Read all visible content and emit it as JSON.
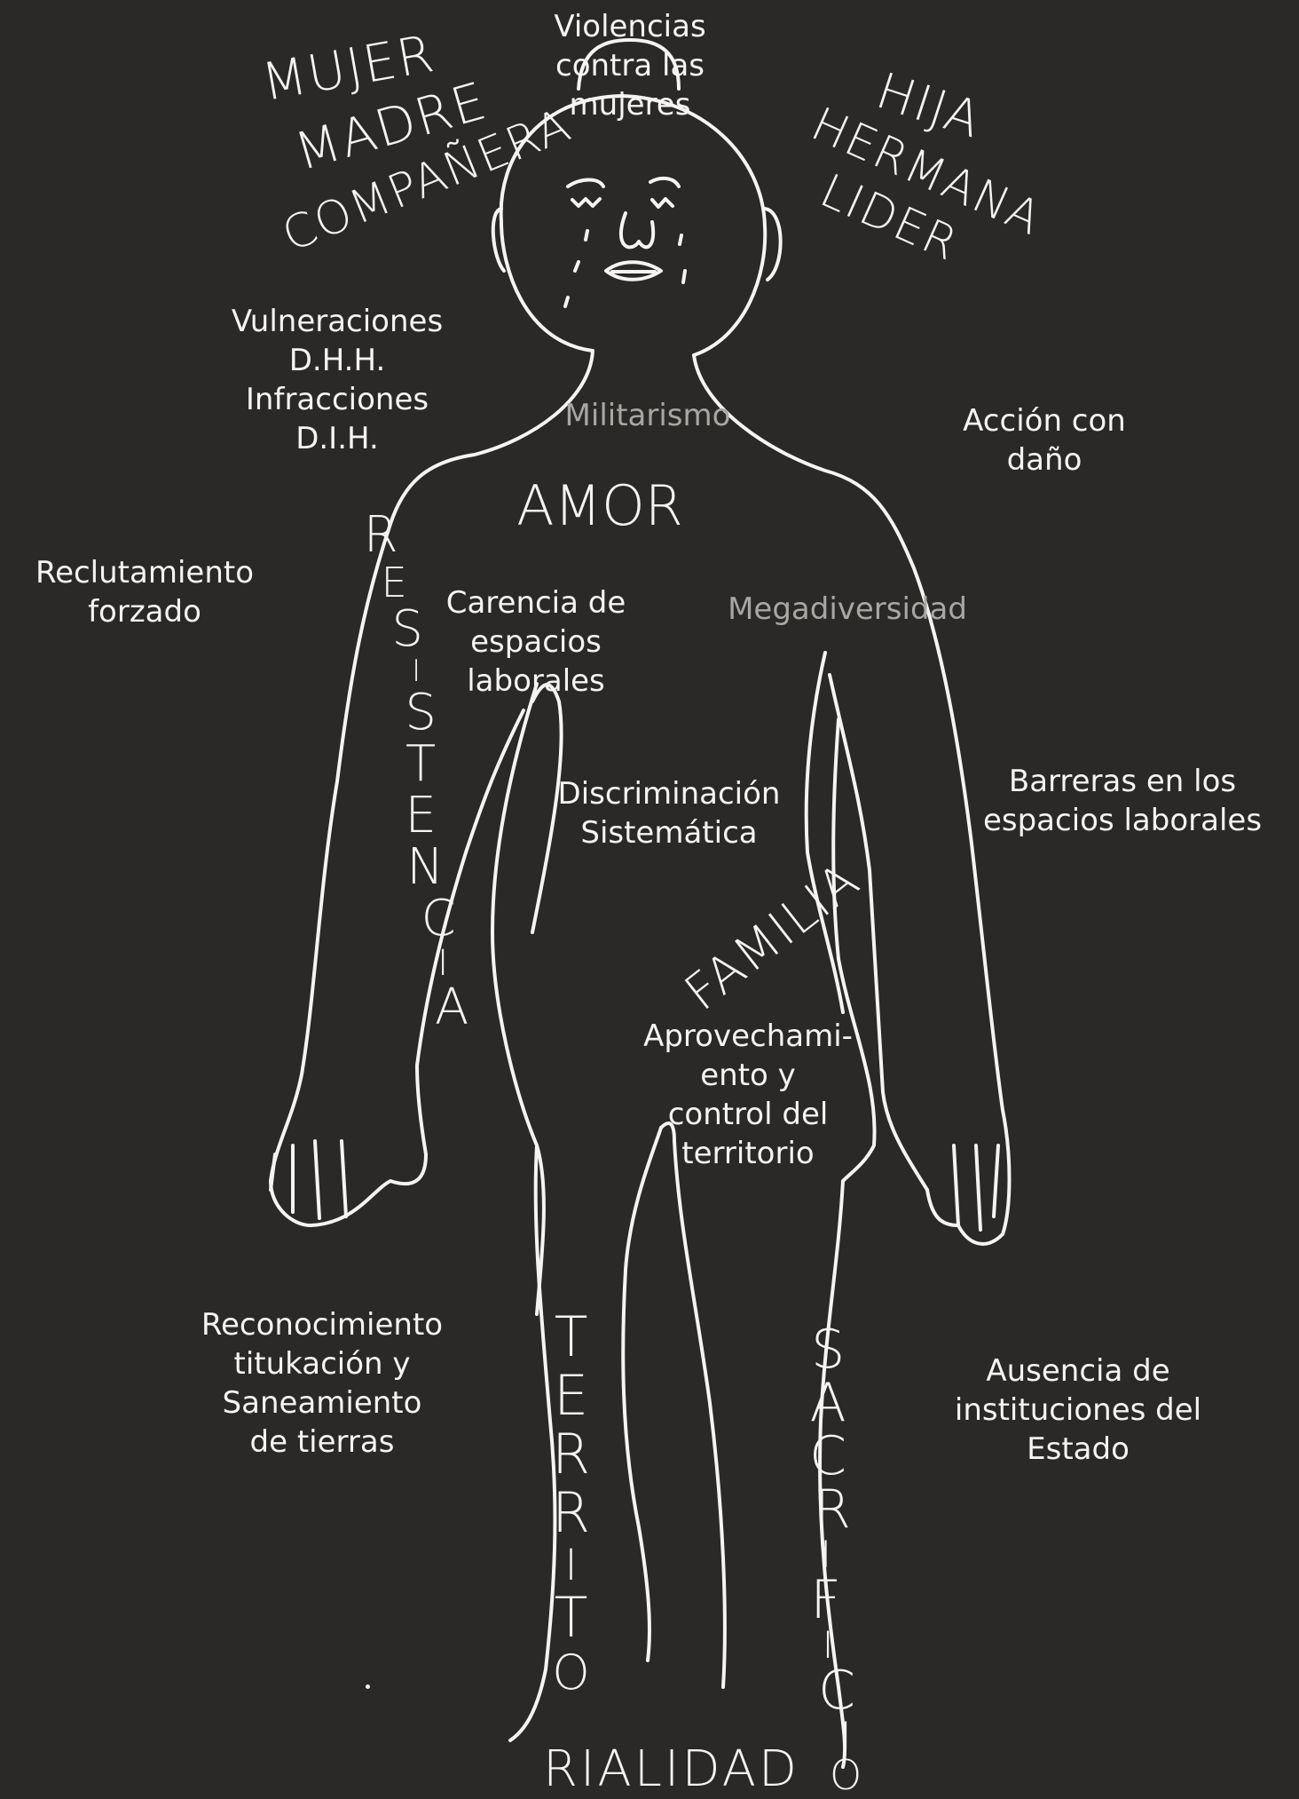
{
  "colors": {
    "background": "#2b2828",
    "chalk": "#f4f4f2",
    "muted": "#a9a7a4"
  },
  "head_text": [
    "Violencias",
    "contra las",
    "mujeres"
  ],
  "roles_left": [
    "MUJER",
    "MADRE",
    "COMPAÑERA"
  ],
  "roles_right": [
    "HIJA",
    "HERMANA",
    "LIDER"
  ],
  "left_notes": {
    "vulneraciones": [
      "Vulneraciones",
      "D.H.H.",
      "Infracciones",
      "D.I.H."
    ],
    "reclutamiento": [
      "Reclutamiento",
      "forzado"
    ],
    "reconocimiento": [
      "Reconocimiento",
      "titukación y",
      "Saneamiento",
      "de tierras"
    ]
  },
  "right_notes": {
    "accion": [
      "Acción con",
      "daño"
    ],
    "barreras": [
      "Barreras en los",
      "espacios laborales"
    ],
    "ausencia": [
      "Ausencia de",
      "instituciones del",
      "Estado"
    ]
  },
  "body_notes": {
    "militarismo": "Militarismo",
    "amor": "AMOR",
    "carencia": [
      "Carencia de",
      "espacios",
      "laborales"
    ],
    "megadiversidad": "Megadiversidad",
    "discriminacion": [
      "Discriminación",
      "Sistemática"
    ],
    "familia": "FAMILIA",
    "aprovechamiento": [
      "Aprovechami-",
      "ento y",
      "control del",
      "territorio"
    ]
  },
  "vertical_words": {
    "resistencia": [
      "R",
      "E",
      "S",
      "I",
      "S",
      "T",
      "E",
      "N",
      "C",
      "I",
      "A"
    ],
    "territo": [
      "T",
      "E",
      "R",
      "R",
      "I",
      "T",
      "O"
    ],
    "rialidad": "RIALIDAD",
    "sacrificio": [
      "S",
      "A",
      "C",
      "R",
      "I",
      "F",
      "I",
      "C",
      "I",
      "O"
    ]
  }
}
